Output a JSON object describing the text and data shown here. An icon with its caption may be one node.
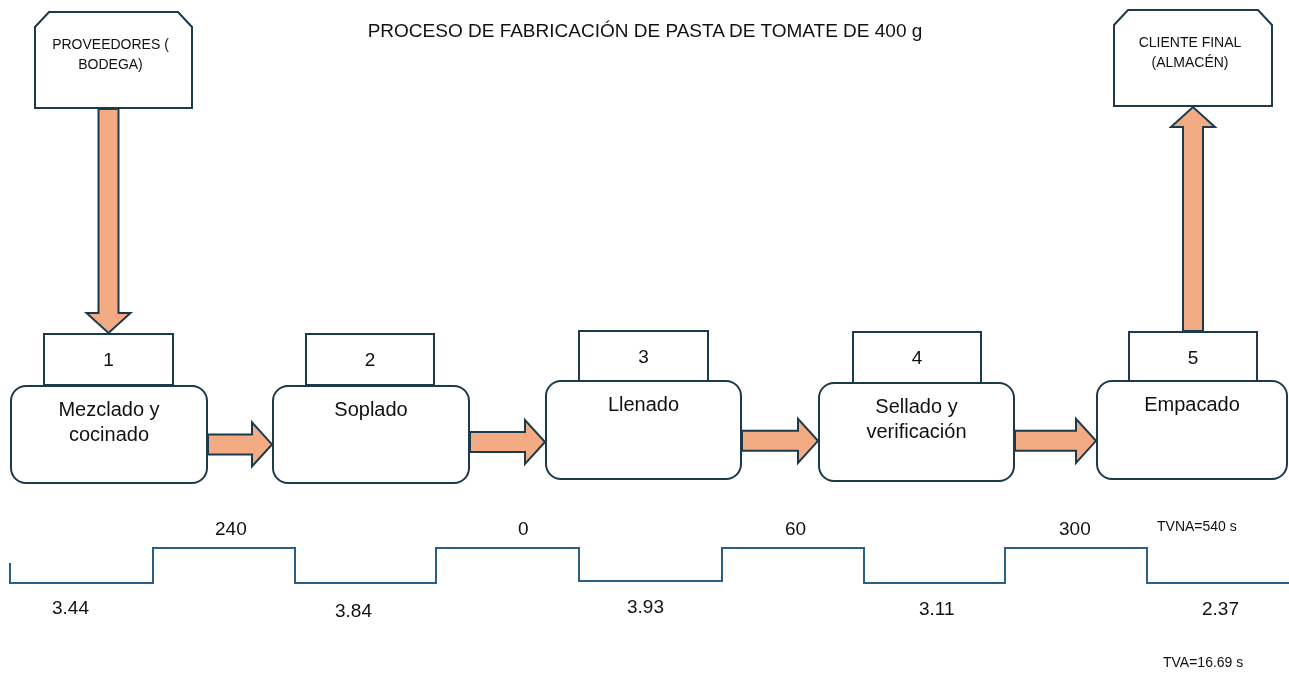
{
  "diagram": {
    "title": "PROCESO DE FABRICACIÓN DE PASTA DE TOMATE DE 400 g",
    "nodes": [
      {
        "text": [
          "PROVEEDORES ( BODEGA)"
        ]
      },
      {
        "text": [
          "CLIENTE FINAL (ALMACÉN)"
        ]
      },
      {
        "text": [
          "1"
        ]
      },
      {
        "text": [
          "2"
        ]
      },
      {
        "text": [
          "3"
        ]
      },
      {
        "text": [
          "4"
        ]
      },
      {
        "text": [
          "5"
        ]
      },
      {
        "text": [
          "Mezclado y cocinado"
        ]
      },
      {
        "text": [
          "Soplado"
        ]
      },
      {
        "text": [
          "Llenado"
        ]
      },
      {
        "text": [
          "Sellado y verificación"
        ]
      },
      {
        "text": [
          "Empacado"
        ]
      }
    ],
    "edges": [
      {
        "from": 0,
        "to": 2,
        "arrow": "to"
      },
      {
        "from": 7,
        "to": 8,
        "arrow": "to"
      },
      {
        "from": 8,
        "to": 9,
        "arrow": "to"
      },
      {
        "from": 9,
        "to": 10,
        "arrow": "to"
      },
      {
        "from": 10,
        "to": 11,
        "arrow": "to"
      },
      {
        "from": 6,
        "to": 1,
        "arrow": "to"
      }
    ],
    "labels": [
      "240",
      "0",
      "60",
      "300",
      "TVNA=540 s",
      "3.44",
      "3.84",
      "3.93",
      "3.11",
      "2.37",
      "TVA=16.69 s"
    ]
  }
}
